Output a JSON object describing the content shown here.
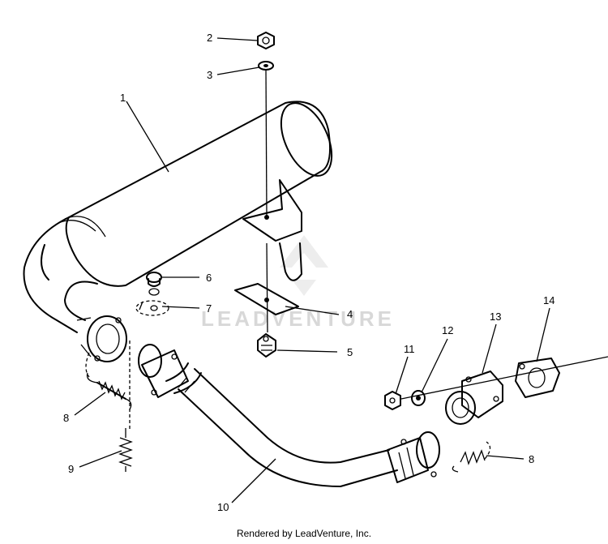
{
  "callouts": {
    "n1": "1",
    "n2": "2",
    "n3": "3",
    "n4": "4",
    "n5": "5",
    "n6": "6",
    "n7": "7",
    "n8a": "8",
    "n8b": "8",
    "n9": "9",
    "n10": "10",
    "n11": "11",
    "n12": "12",
    "n13": "13",
    "n14": "14"
  },
  "watermark": "LEADVENTURE",
  "footer": "Rendered by LeadVenture, Inc."
}
